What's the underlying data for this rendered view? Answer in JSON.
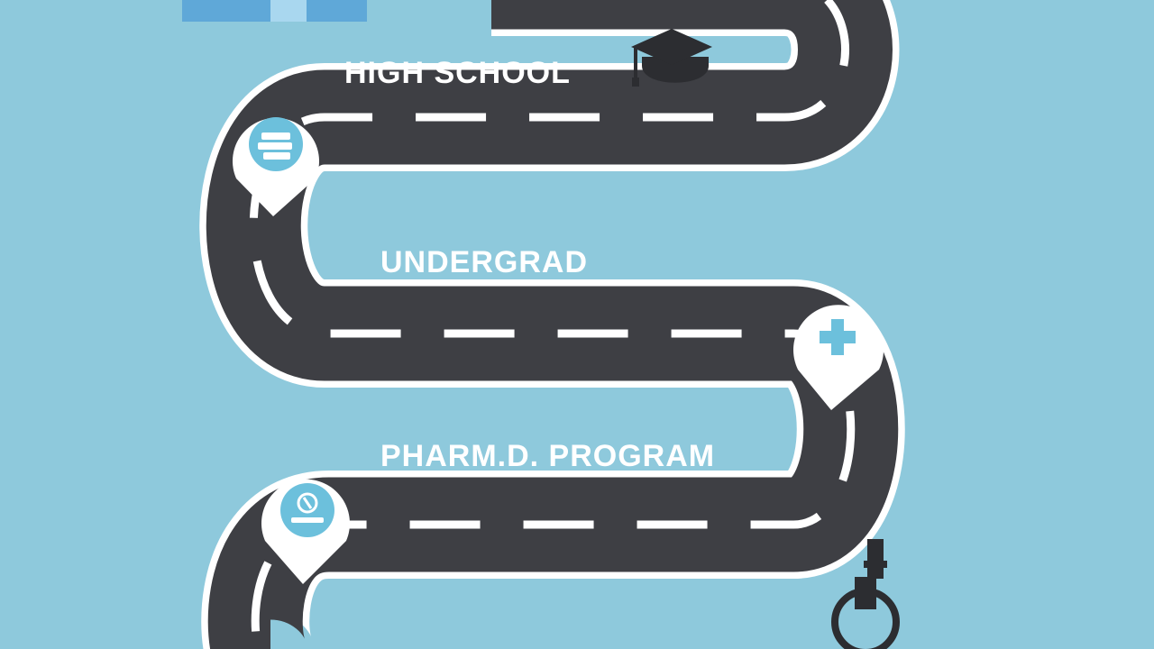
{
  "stages": [
    {
      "label": "HIGH SCHOOL",
      "marker_icon": "books-icon"
    },
    {
      "label": "UNDERGRAD",
      "marker_icon": "medical-cross-icon"
    },
    {
      "label": "PHARM.D. PROGRAM",
      "marker_icon": "pharmacy-badge-icon"
    }
  ],
  "decorations": {
    "top": "graduation-cap-icon",
    "bottom": "microscope-icon",
    "top_left": "book-stack-icon"
  },
  "colors": {
    "background": "#8ec9dc",
    "road": "#3e3f44",
    "road_edge": "#ffffff",
    "lane_marking": "#ffffff",
    "marker_fill": "#ffffff",
    "accent": "#6cc0dc",
    "icon_dark": "#2c2d31"
  }
}
